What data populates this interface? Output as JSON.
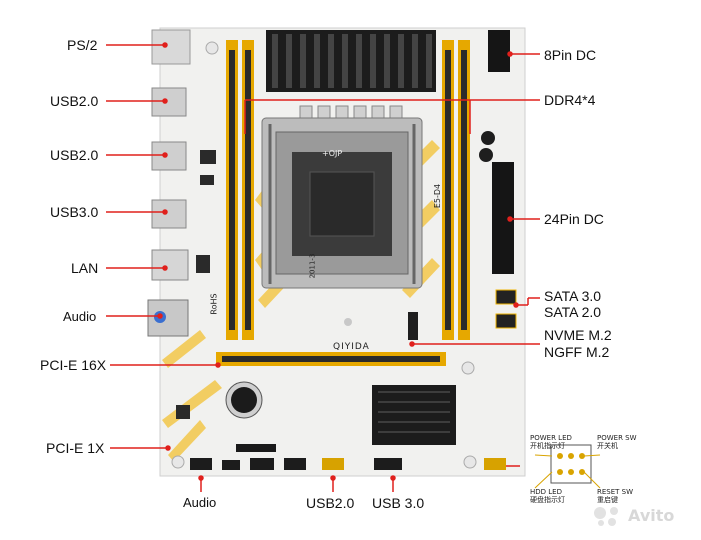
{
  "board": {
    "brand": "QIYIDA",
    "cpu_marking": "E5-D4",
    "rohs": "RoHS",
    "socket_mark": "2011-3",
    "socket_text": "+OJP"
  },
  "labels": {
    "ps2": "PS/2",
    "usb2_a": "USB2.0",
    "usb2_b": "USB2.0",
    "usb3": "USB3.0",
    "lan": "LAN",
    "audio_rear": "Audio",
    "pcie16": "PCI-E 16X",
    "pcie1": "PCI-E 1X",
    "audio_front": "Audio",
    "usb2_front": "USB2.0",
    "usb3_front": "USB 3.0",
    "pin8": "8Pin DC",
    "ddr": "DDR4*4",
    "pin24": "24Pin DC",
    "sata3": "SATA 3.0",
    "sata2": "SATA 2.0",
    "nvme": "NVME M.2",
    "ngff": "NGFF  M.2"
  },
  "panel": {
    "power_led": "POWER LED",
    "power_led_cn": "开机指示灯",
    "power_sw": "POWER SW",
    "power_sw_cn": "开关机",
    "hdd_led": "HDD LED",
    "hdd_led_cn": "硬盘指示灯",
    "reset_sw": "RESET SW",
    "reset_sw_cn": "重启键"
  },
  "watermark": "Avito",
  "colors": {
    "pointer": "#e0201c",
    "pcb": "#f1f1ef",
    "accent_yellow": "#f0b400",
    "heatsink": "#1c1c1c"
  }
}
